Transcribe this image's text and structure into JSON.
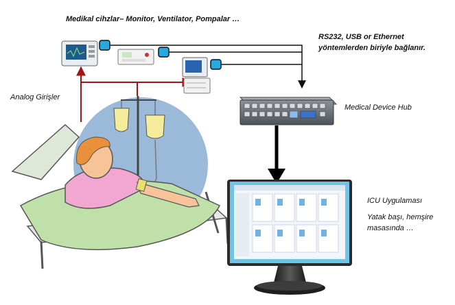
{
  "labels": {
    "devices_title": "Medikal cihzlar– Monitor, Ventilator, Pompalar …",
    "connection_line1": "RS232, USB  or Ethernet",
    "connection_line2": "yöntemlerden biriyle bağlanır.",
    "analog_inputs": "Analog Girişler",
    "hub": "Medical  Device Hub",
    "icu_app": "ICU Uygulaması",
    "icu_location_line1": "Yatak başı, hemşire",
    "icu_location_line2": "masasında …"
  },
  "colors": {
    "serial_line": "#111111",
    "analog_line": "#a31515",
    "connector_fill": "#29a8e0",
    "circle_bg": "#9bbad9",
    "blanket": "#bfe0a8",
    "gown": "#f2a7d3",
    "skin": "#f7c49a",
    "hair": "#e8913a",
    "hub_body": "#6a6f78",
    "monitor_frame": "#2b2b2b",
    "monitor_bezel": "#6ec3ea",
    "screen_bg": "#f2f6fa"
  },
  "icons": {
    "device1": "patient-monitor-icon",
    "device2": "infusion-pump-icon",
    "device3": "ventilator-icon",
    "hub": "network-hub-icon",
    "bed": "hospital-bed-icon",
    "iv": "iv-bag-icon",
    "app": "desktop-monitor-icon"
  }
}
